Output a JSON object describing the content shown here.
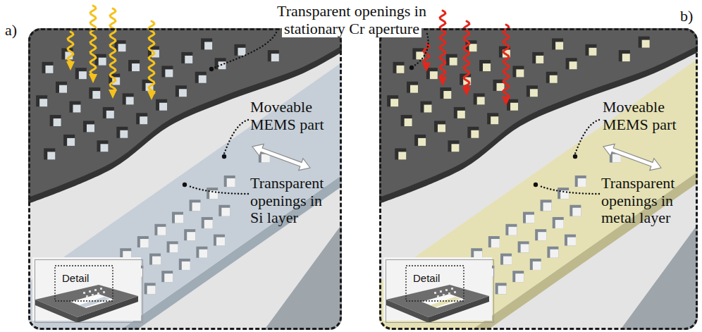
{
  "diagram": {
    "nodes": [
      {
        "text": [
          "a)"
        ]
      },
      {
        "text": [
          "Detail"
        ],
        "in": 0
      },
      {
        "text": [
          "b)"
        ]
      },
      {
        "text": [
          "Detail"
        ],
        "in": 2
      }
    ],
    "labels": [
      "Transparent openings in stationary Cr aperture",
      "Moveable MEMS part",
      "Transparent openings in Si layer",
      "Moveable MEMS part",
      "Transparent openings in metal layer"
    ]
  }
}
